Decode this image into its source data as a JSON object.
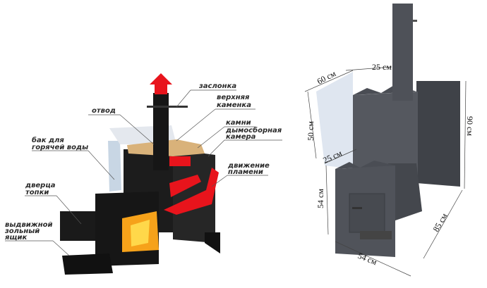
{
  "left_diagram": {
    "labels": {
      "damper": "заслонка",
      "upper_heater_1": "верхняя",
      "upper_heater_2": "каменка",
      "outlet": "отвод",
      "stones": "камни",
      "smoke_chamber_1": "дымосборная",
      "smoke_chamber_2": "камера",
      "tank_1": "бак для",
      "tank_2": "горячей воды",
      "flame_1": "движение",
      "flame_2": "пламени",
      "door_1": "дверца",
      "door_2": "топки",
      "ash_1": "выдвижной",
      "ash_2": "зольный",
      "ash_3": "ящик"
    },
    "colors": {
      "flame": "#e8141c",
      "steel": "#1e1e1e",
      "stones": "#d9b27a",
      "fire": "#f6a21a"
    }
  },
  "right_diagram": {
    "dimensions": {
      "top_depth": "25 см",
      "tank_width": "60 см",
      "tank_height": "50 см",
      "total_height": "90 см",
      "lower_depth": "25 см",
      "firebox_height": "54 см",
      "length": "85 см",
      "front_width": "54 см"
    },
    "colors": {
      "steel": "#4a4d54",
      "glass": "#dfe6f0"
    }
  }
}
